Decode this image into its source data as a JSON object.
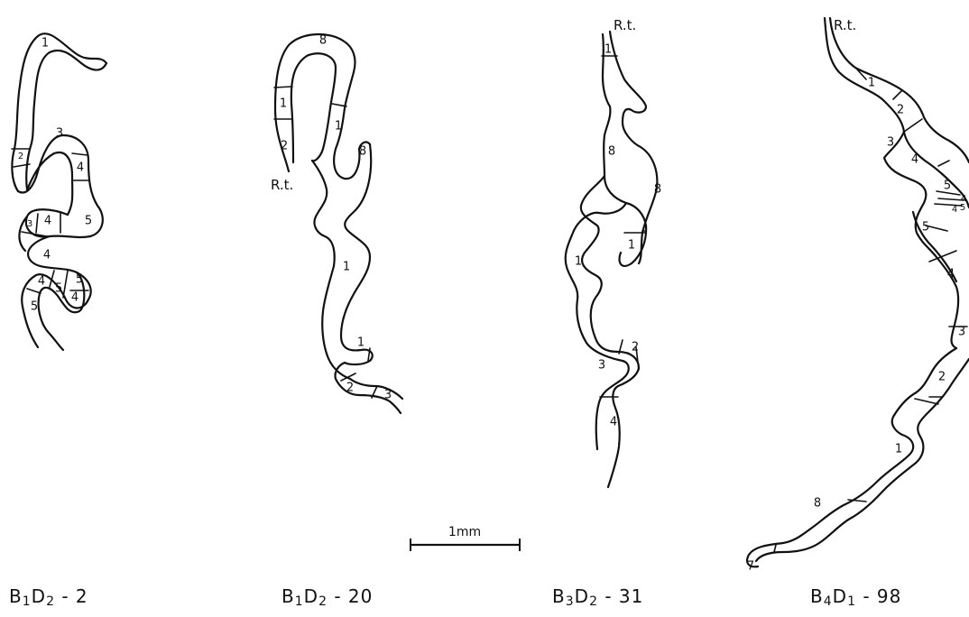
{
  "figure": {
    "scale_bar_label": "1mm",
    "rt_label": "R.t.",
    "specimens": [
      {
        "id": "s1",
        "caption": {
          "b": "B",
          "bsub": "1",
          "d": "D",
          "dsub": "2",
          "tail": " - 2"
        },
        "segment_labels": [
          "1",
          "2",
          "3",
          "4",
          "5",
          "3",
          "4",
          "4",
          "5",
          "4",
          "5",
          "4",
          "5"
        ],
        "has_rt": false
      },
      {
        "id": "s2",
        "caption": {
          "b": "B",
          "bsub": "1",
          "d": "D",
          "dsub": "2",
          "tail": " - 20"
        },
        "segment_labels": [
          "8",
          "1",
          "2",
          "1",
          "8",
          "1",
          "1",
          "2",
          "3"
        ],
        "has_rt": true
      },
      {
        "id": "s3",
        "caption": {
          "b": "B",
          "bsub": "3",
          "d": "D",
          "dsub": "2",
          "tail": " - 31"
        },
        "segment_labels": [
          "1",
          "8",
          "8",
          "1",
          "1",
          "2",
          "3",
          "4"
        ],
        "has_rt": true
      },
      {
        "id": "s4",
        "caption": {
          "b": "B",
          "bsub": "4",
          "d": "D",
          "dsub": "1",
          "tail": " - 98"
        },
        "segment_labels": [
          "1",
          "2",
          "3",
          "4",
          "5",
          "4",
          "5",
          "4",
          "5",
          "4",
          "3",
          "2",
          "1",
          "8",
          "7"
        ],
        "has_rt": true
      }
    ]
  }
}
